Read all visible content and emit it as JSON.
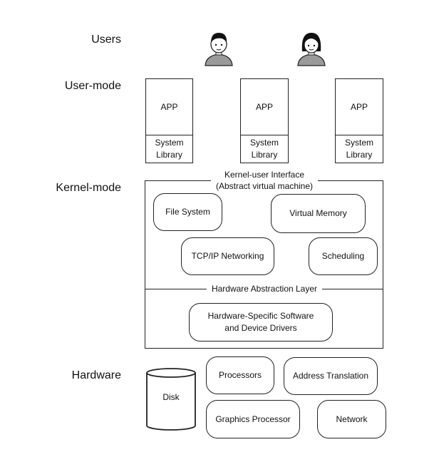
{
  "layers": {
    "users": "Users",
    "user_mode": "User-mode",
    "kernel_mode": "Kernel-mode",
    "hardware": "Hardware"
  },
  "user_mode": {
    "apps": [
      {
        "top": "APP",
        "bottom": "System\nLibrary"
      },
      {
        "top": "APP",
        "bottom": "System\nLibrary"
      },
      {
        "top": "APP",
        "bottom": "System\nLibrary"
      }
    ]
  },
  "kernel": {
    "interface_label": "Kernel-user Interface\n(Abstract virtual machine)",
    "components": {
      "file_system": "File System",
      "virtual_memory": "Virtual Memory",
      "tcpip": "TCP/IP Networking",
      "scheduling": "Scheduling"
    },
    "hal_label": "Hardware Abstraction Layer",
    "drivers": "Hardware-Specific Software\nand Device Drivers"
  },
  "hardware": {
    "disk": "Disk",
    "processors": "Processors",
    "address_translation": "Address Translation",
    "graphics": "Graphics Processor",
    "network": "Network"
  },
  "icons": {
    "user1": "man-user-icon",
    "user2": "woman-user-icon"
  },
  "colors": {
    "stroke": "#222222",
    "icon_fill": "#9a9a9a"
  }
}
